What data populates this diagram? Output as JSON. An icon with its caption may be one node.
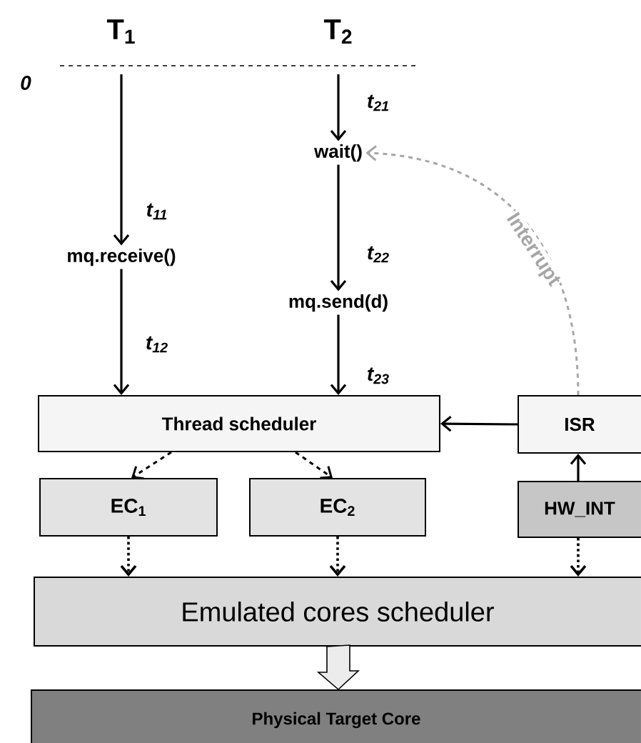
{
  "diagram": {
    "nodes": [
      {
        "text": [
          "T$_{1}$"
        ]
      },
      {
        "text": [
          "T$_{2}$"
        ]
      },
      {
        "text": [
          "wait()"
        ]
      },
      {
        "text": [
          "mq.receive()"
        ]
      },
      {
        "text": [
          "mq.send(d)"
        ]
      },
      {
        "text": [
          "Thread scheduler"
        ]
      },
      {
        "text": [
          "ISR"
        ]
      },
      {
        "text": [
          "EC$_{1}$"
        ]
      },
      {
        "text": [
          "EC$_{2}$"
        ]
      },
      {
        "text": [
          "HW_INT"
        ]
      },
      {
        "text": [
          "Emulated cores scheduler"
        ]
      },
      {
        "text": [
          "Physical Target Core"
        ]
      }
    ],
    "edges": [
      {
        "from": 0,
        "to": 3,
        "arrow": "to",
        "label": "t$_{11}$"
      },
      {
        "from": 3,
        "to": 5,
        "arrow": "to",
        "label": "t$_{12}$"
      },
      {
        "from": 1,
        "to": 2,
        "arrow": "to",
        "label": "t$_{21}$"
      },
      {
        "from": 2,
        "to": 4,
        "arrow": "to",
        "label": "t$_{22}$"
      },
      {
        "from": 4,
        "to": 5,
        "arrow": "to",
        "label": "t$_{23}$"
      },
      {
        "from": 6,
        "to": 5,
        "arrow": "to"
      },
      {
        "from": 6,
        "to": 2,
        "arrow": "to",
        "label": "Interrupt",
        "style": "dashed",
        "color": "#a6a6a6"
      },
      {
        "from": 5,
        "to": 7,
        "arrow": "to",
        "style": "dashed"
      },
      {
        "from": 5,
        "to": 8,
        "arrow": "to",
        "style": "dashed"
      },
      {
        "from": 9,
        "to": 6,
        "arrow": "to"
      },
      {
        "from": 7,
        "to": 10,
        "arrow": "to",
        "style": "dashed"
      },
      {
        "from": 8,
        "to": 10,
        "arrow": "to",
        "style": "dashed"
      },
      {
        "from": 9,
        "to": 10,
        "arrow": "to",
        "style": "dashed"
      },
      {
        "from": 10,
        "to": 11,
        "arrow": "to",
        "style": "thick"
      }
    ],
    "labels": [
      "0"
    ]
  }
}
